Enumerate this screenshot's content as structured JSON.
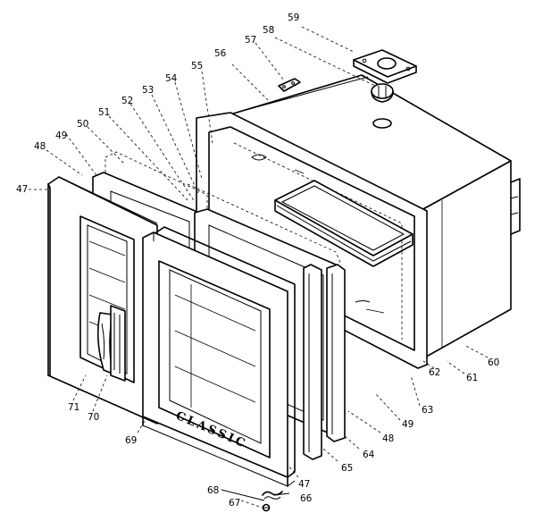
{
  "diagram": {
    "brand_text": "CLASSIC",
    "labels": {
      "l59": "59",
      "l58": "58",
      "l57": "57",
      "l56": "56",
      "l55": "55",
      "l54": "54",
      "l53": "53",
      "l52": "52",
      "l51": "51",
      "l50": "50",
      "l49_top": "49",
      "l48_top": "48",
      "l47_left": "47",
      "l71": "71",
      "l70": "70",
      "l69": "69",
      "l68": "68",
      "l67": "67",
      "l66": "66",
      "l47_bottom": "47",
      "l65": "65",
      "l64": "64",
      "l48_right": "48",
      "l49_right": "49",
      "l63": "63",
      "l62": "62",
      "l61": "61",
      "l60": "60"
    }
  }
}
